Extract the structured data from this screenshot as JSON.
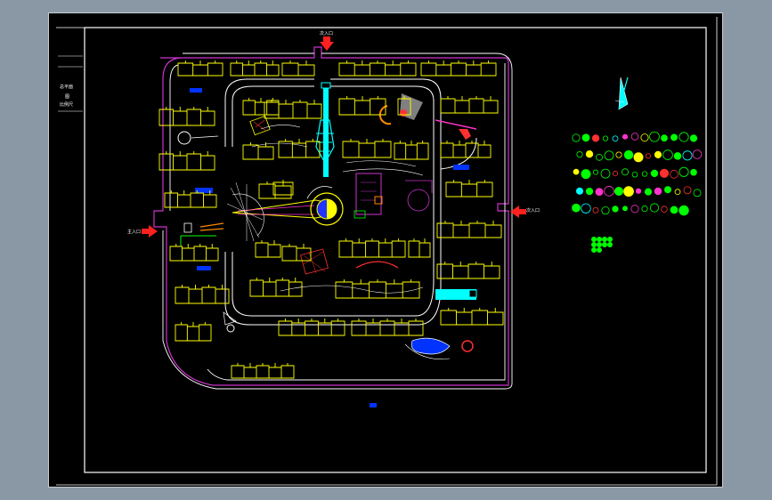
{
  "drawing": {
    "entrance_north": "次入口",
    "entrance_east": "次入口",
    "entrance_west": "主入口",
    "title_block_text": [
      "总平面",
      "图",
      "比例尺"
    ]
  },
  "colors": {
    "background": "#000000",
    "frame": "#ffffff",
    "building": "#ffff00",
    "boundary": "#cc33cc",
    "road": "#ffffff",
    "axis": "#00ffff",
    "entrance_arrow": "#ff2020",
    "plant_green": "#00ff00",
    "plant_red": "#ff3030",
    "water": "#0033ff"
  }
}
